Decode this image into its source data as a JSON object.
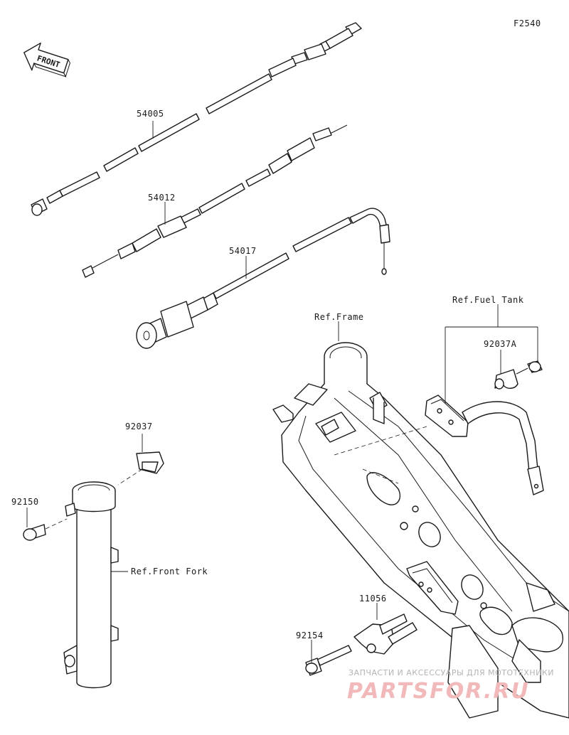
{
  "figure_code": "F2540",
  "direction_label": "FRONT",
  "parts": {
    "p54005": "54005",
    "p54012": "54012",
    "p54017": "54017",
    "p92037": "92037",
    "p92037A": "92037A",
    "p92150": "92150",
    "p11056": "11056",
    "p92154": "92154"
  },
  "references": {
    "frame": "Ref.Frame",
    "fuel_tank": "Ref.Fuel Tank",
    "front_fork": "Ref.Front Fork"
  },
  "watermark": {
    "line1": "ЗАПЧАСТИ И АКСЕССУАРЫ ДЛЯ МОТОТЕХНИКИ",
    "line2": "PARTSFOR.RU"
  }
}
